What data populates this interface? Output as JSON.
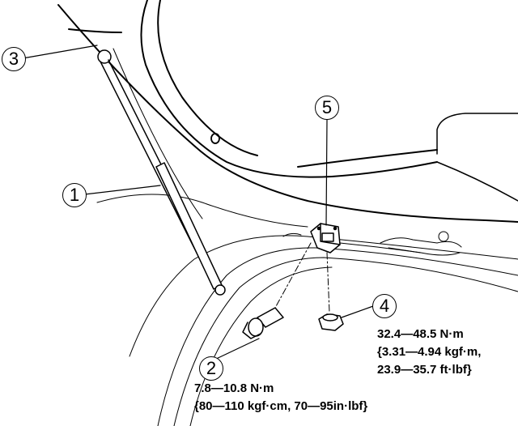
{
  "callouts": {
    "c1": "1",
    "c2": "2",
    "c3": "3",
    "c4": "4",
    "c5": "5"
  },
  "torque_bolt": {
    "line1": "7.8—10.8 N·m",
    "line2": "{80—110 kgf·cm, 70—95in·lbf}"
  },
  "torque_nut": {
    "line1": "32.4—48.5 N·m",
    "line2": "{3.31—4.94 kgf·m,",
    "line3": "23.9—35.7 ft·lbf}"
  }
}
